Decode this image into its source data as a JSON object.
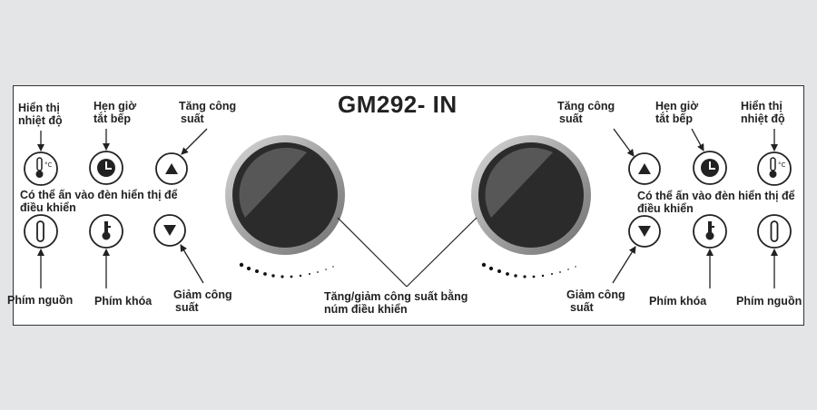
{
  "title": "GM292- IN",
  "colors": {
    "panel_border": "#333333",
    "knob_dark": "#2b2b2b",
    "knob_ring": "#8a8a8a",
    "background": "#e4e5e7"
  },
  "left": {
    "temp_label_1": "Hiển thị",
    "temp_label_2": "nhiệt độ",
    "timer_label_1": "Hẹn giờ",
    "timer_label_2": "tắt bếp",
    "up_label_1": "Tăng công",
    "up_label_2": "suất",
    "touch_note_1": "Có thể ấn vào đèn hiển thị để",
    "touch_note_2": "điều khiển",
    "down_label_1": "Giảm công",
    "down_label_2": "suất",
    "power_label": "Phím nguồn",
    "lock_label": "Phím khóa"
  },
  "right": {
    "up_label_1": "Tăng công",
    "up_label_2": "suất",
    "timer_label_1": "Hẹn giờ",
    "timer_label_2": "tắt bếp",
    "temp_label_1": "Hiển thị",
    "temp_label_2": "nhiệt độ",
    "touch_note_1": "Có thể ấn vào đèn hiển thị để",
    "touch_note_2": "điều khiển",
    "down_label_1": "Giảm công",
    "down_label_2": "suất",
    "lock_label": "Phím khóa",
    "power_label": "Phím nguồn"
  },
  "center": {
    "knob_label_1": "Tăng/giảm công suất bằng",
    "knob_label_2": "núm điều khiển"
  },
  "icons": [
    "thermometer-icon",
    "clock-icon",
    "up-arrow-icon",
    "power-icon",
    "lock-icon",
    "down-arrow-icon",
    "knob-icon"
  ]
}
